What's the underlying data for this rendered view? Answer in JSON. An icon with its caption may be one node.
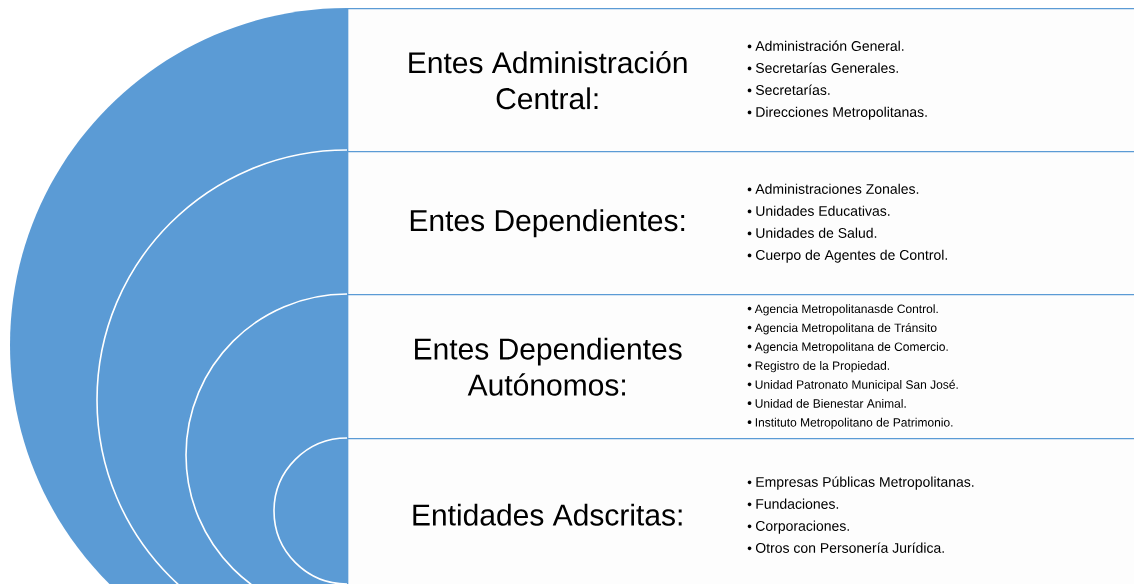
{
  "diagram": {
    "nodes": [
      {
        "text": [
          "Entes Administración Central:",
          "Administración General.",
          "Secretarías Generales.",
          "Secretarías.",
          "Direcciones Metropolitanas."
        ]
      },
      {
        "text": [
          "Entes Dependientes:",
          "Administraciones Zonales.",
          "Unidades Educativas.",
          "Unidades de Salud.",
          "Cuerpo de Agentes de Control."
        ]
      },
      {
        "text": [
          "Entes Dependientes Autónomos:",
          "Agencia Metropolitanasde Control.",
          "Agencia Metropolitana de Tránsito",
          "Agencia Metropolitana de Comercio.",
          "Registro de la Propiedad.",
          "Unidad Patronato Municipal San José.",
          "Unidad de Bienestar Animal.",
          "Instituto Metropolitano de Patrimonio."
        ]
      },
      {
        "text": [
          "Entidades Adscritas:",
          "Empresas Públicas Metropolitanas.",
          "Fundaciones.",
          "Corporaciones.",
          "Otros con Personería Jurídica."
        ]
      }
    ]
  }
}
